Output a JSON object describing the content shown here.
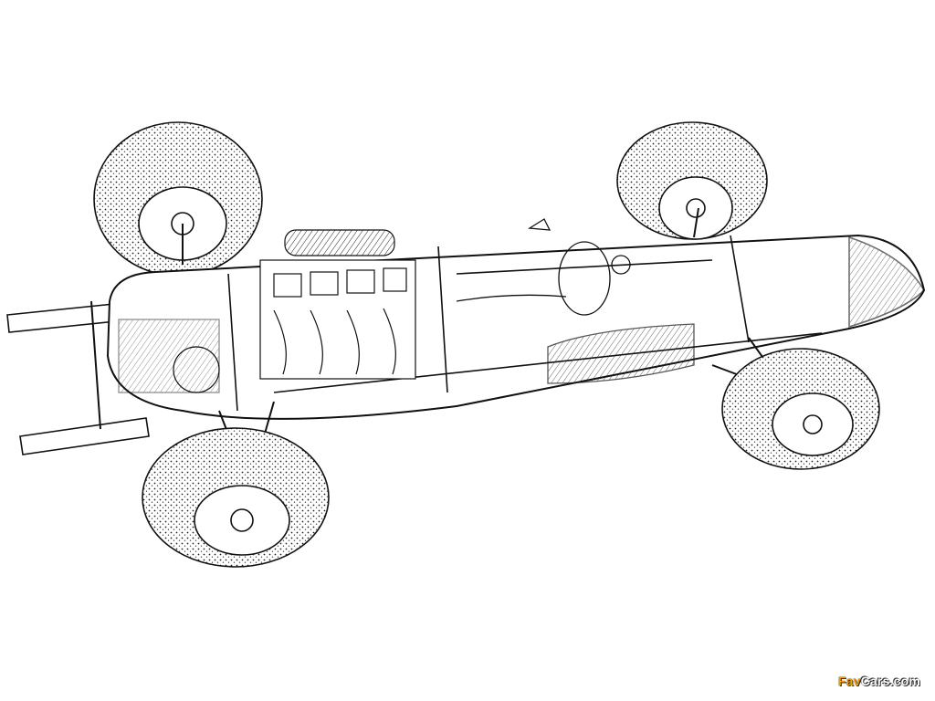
{
  "image": {
    "subject": "cutaway-race-car-illustration",
    "colors": {
      "ink": "#111111",
      "background": "#ffffff",
      "watermark_accent": "#f0a000"
    }
  },
  "watermark": {
    "part1": "Fav",
    "part2": "Cars.com"
  }
}
